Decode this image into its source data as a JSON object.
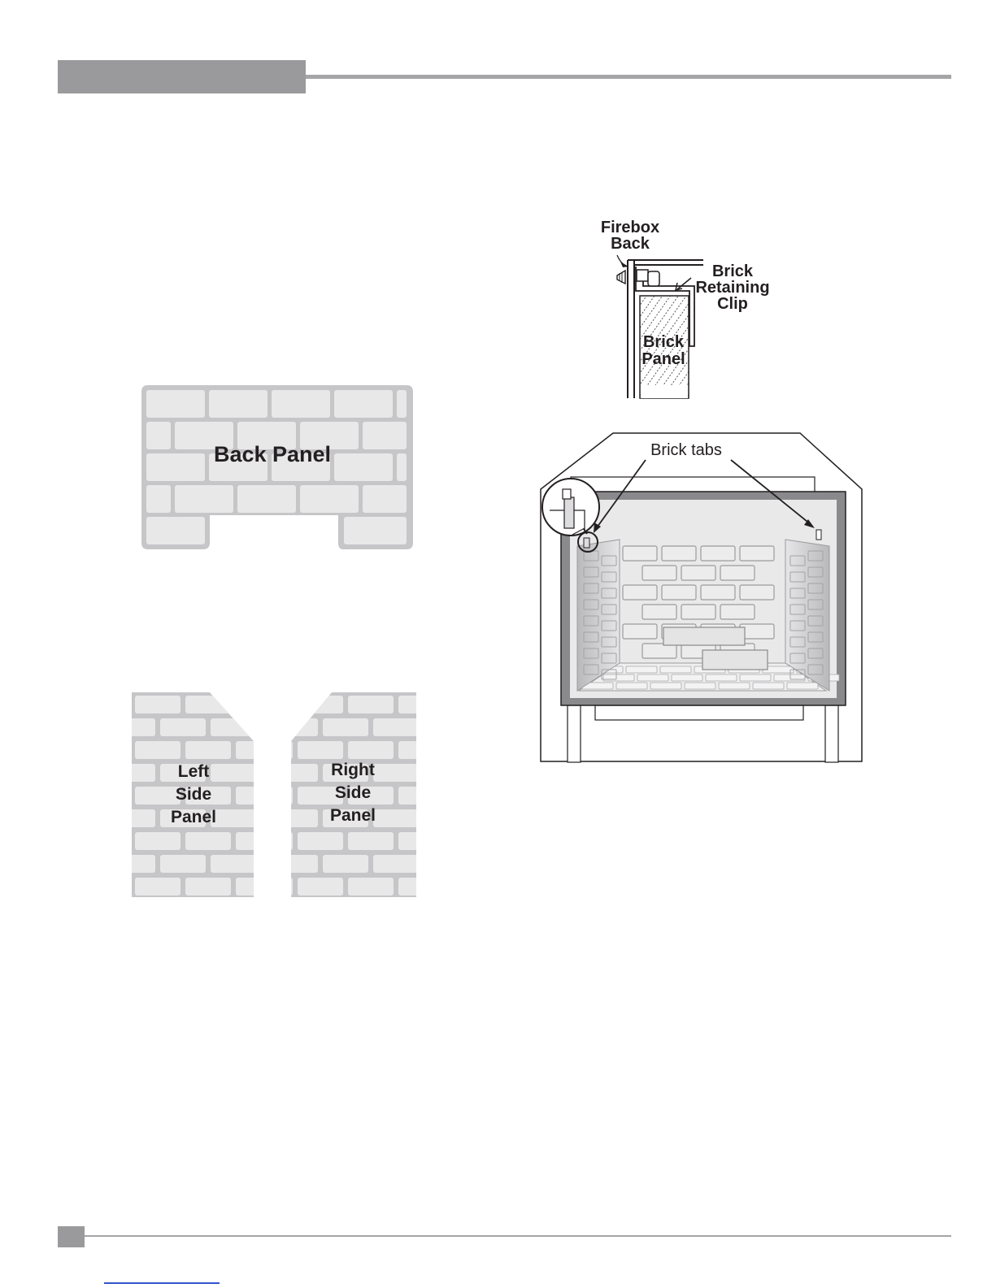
{
  "back_panel": {
    "label": "Back Panel"
  },
  "left_side_panel": {
    "label_lines": [
      "Left",
      "Side",
      "Panel"
    ]
  },
  "right_side_panel": {
    "label_lines": [
      "Right",
      "Side",
      "Panel"
    ]
  },
  "clip_detail": {
    "firebox_back_lines": [
      "Firebox",
      "Back"
    ],
    "clip_lines": [
      "Brick",
      "Retaining",
      "Clip"
    ],
    "panel_lines": [
      "Brick",
      "Panel"
    ]
  },
  "firebox_diagram": {
    "tabs_label": "Brick tabs"
  },
  "colors": {
    "header_gray": "#9a9a9c",
    "rule_gray": "#a5a5a7",
    "brick_face": "#e8e8e9",
    "mortar": "#c6c6c8",
    "text": "#231f20"
  }
}
